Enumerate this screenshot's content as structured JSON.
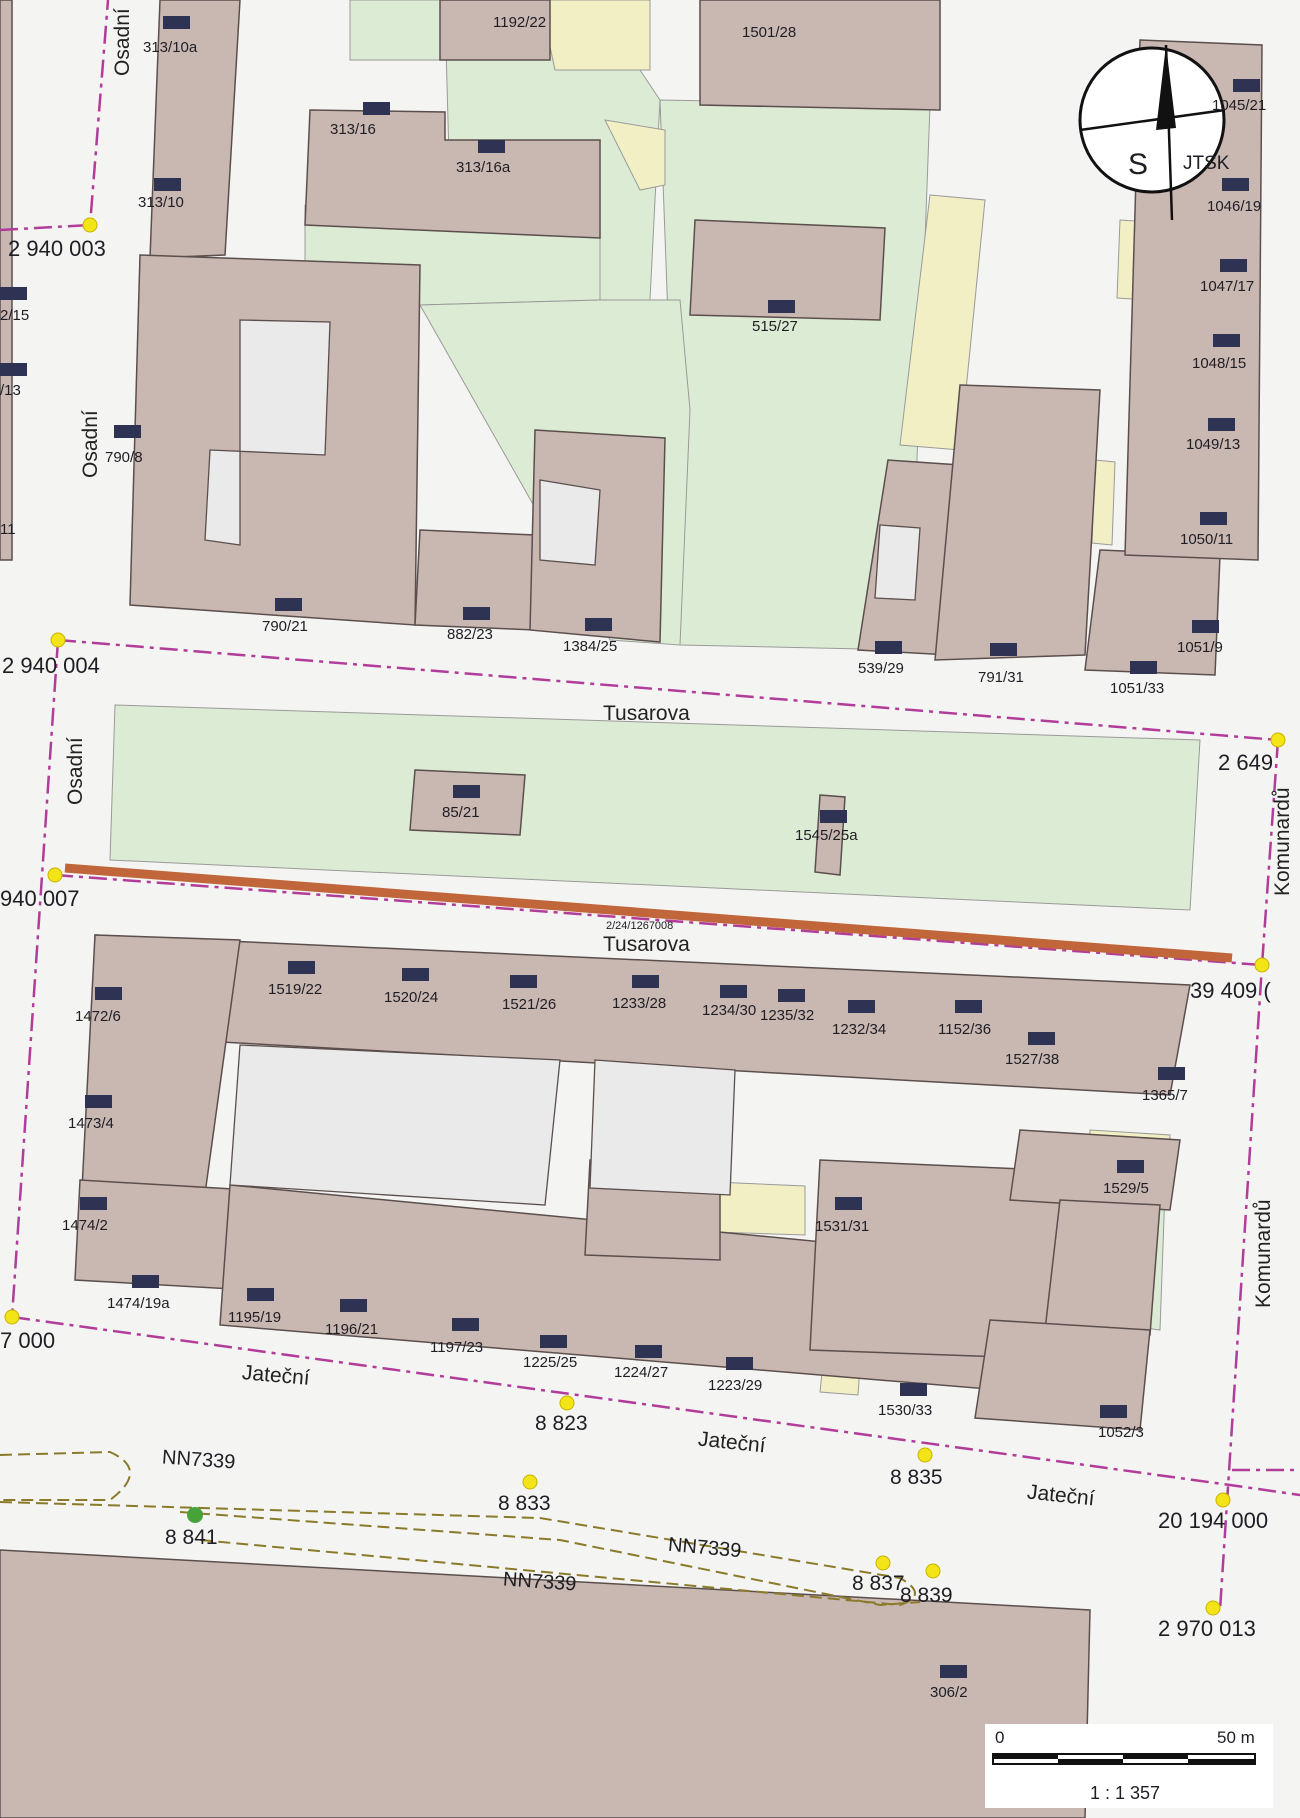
{
  "map": {
    "compass": {
      "north_letter": "S",
      "system": "JTSK"
    },
    "streets": [
      "Osadní",
      "Osadní",
      "Osadní",
      "Tusarova",
      "Tusarova",
      "Jateční",
      "Jateční",
      "Jateční",
      "Komunardů",
      "Komunardů"
    ],
    "parcels": [
      "313/10a",
      "1192/22",
      "1501/28",
      "313/16",
      "313/16a",
      "313/10",
      "1045/21",
      "1046/19",
      "1047/17",
      "1048/15",
      "1049/13",
      "1050/11",
      "1051/9",
      "515/27",
      "790/8",
      "790/21",
      "882/23",
      "1384/25",
      "539/29",
      "791/31",
      "1051/33",
      "85/21",
      "1545/25a",
      "1519/22",
      "1520/24",
      "1521/26",
      "1233/28",
      "1234/30",
      "1235/32",
      "1232/34",
      "1152/36",
      "1527/38",
      "1365/7",
      "1472/6",
      "1473/4",
      "1474/2",
      "1474/19a",
      "1195/19",
      "1196/21",
      "1197/23",
      "1225/25",
      "1224/27",
      "1223/29",
      "1530/33",
      "1052/3",
      "1531/31",
      "1529/5",
      "306/2",
      "2/15",
      "/13",
      "11"
    ],
    "distribution_nodes": [
      "2 940 003",
      "2 940 004",
      "940 007",
      "2 649",
      "39 409 (",
      "7 000",
      "20 194 000",
      "2 970 013"
    ],
    "points": [
      "8 823",
      "8 833",
      "8 835",
      "8 837",
      "8 839",
      "8 841"
    ],
    "lines": [
      "NN7339",
      "NN7339",
      "NN7339"
    ],
    "section_label": "2/24/1267008",
    "scale": {
      "start": "0",
      "end": "50 m",
      "ratio": "1 : 1 357"
    }
  }
}
